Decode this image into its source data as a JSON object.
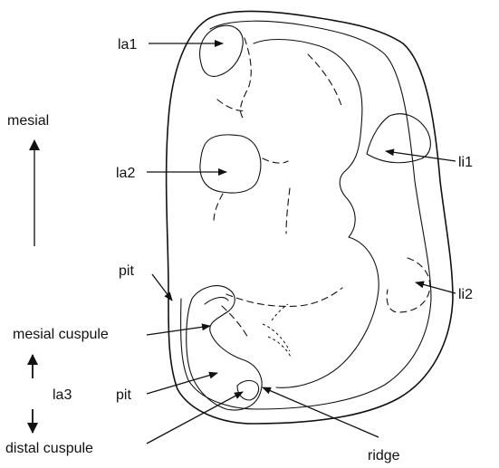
{
  "labels": {
    "la1": "la1",
    "la2": "la2",
    "li1": "li1",
    "li2": "li2",
    "mesial": "mesial",
    "pit_upper": "pit",
    "mesial_cuspule": "mesial cuspule",
    "la3": "la3",
    "pit_lower": "pit",
    "distal_cuspule": "distal cuspule",
    "ridge": "ridge"
  },
  "colors": {
    "ink": "#111111",
    "background": "#ffffff"
  }
}
